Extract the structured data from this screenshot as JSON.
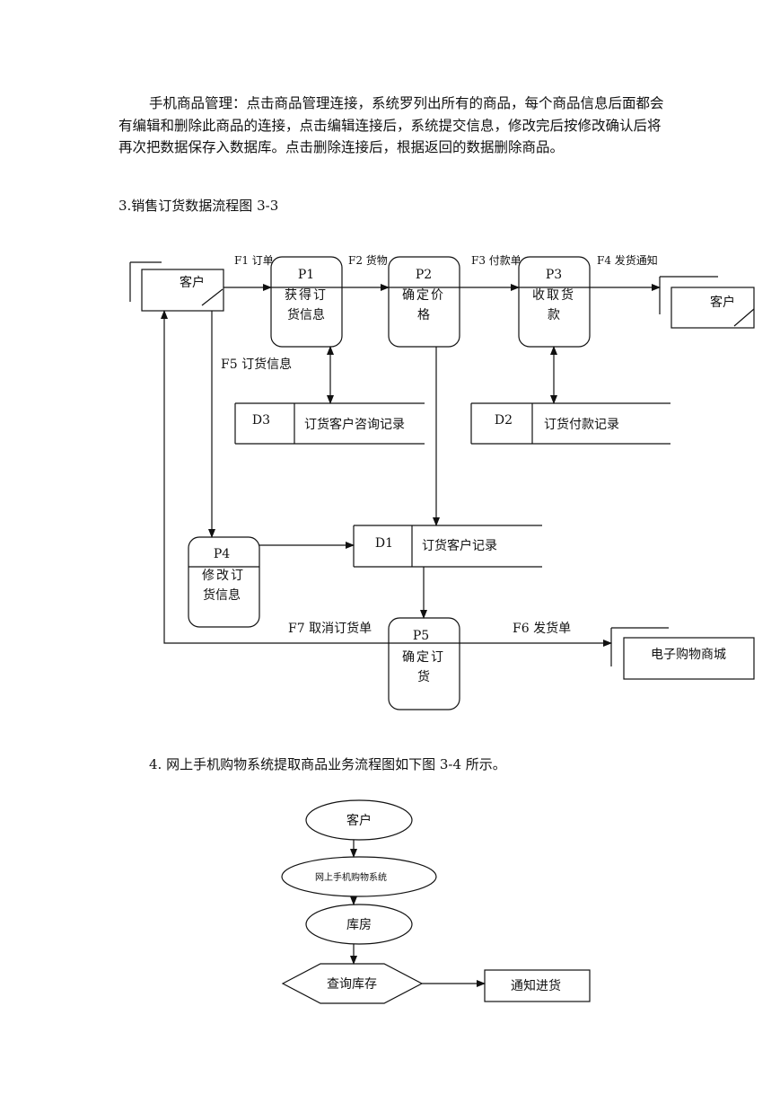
{
  "paragraph": "手机商品管理：点击商品管理连接，系统罗列出所有的商品，每个商品信息后面都会有编辑和删除此商品的连接，点击编辑连接后，系统提交信息，修改完后按修改确认后将再次把数据保存入数据库。点击删除连接后，根据返回的数据删除商品。",
  "heading_dfd": "3.销售订货数据流程图 3-3",
  "heading_flow": "4. 网上手机购物系统提取商品业务流程图如下图 3-4 所示。",
  "dfd": {
    "entities": {
      "customer_left": "客户",
      "customer_right": "客户",
      "mall": "电子购物商城"
    },
    "processes": {
      "p1": {
        "id": "P1",
        "line1": "获得订",
        "line2": "货信息"
      },
      "p2": {
        "id": "P2",
        "line1": "确定价",
        "line2": "格"
      },
      "p3": {
        "id": "P3",
        "line1": "收取货",
        "line2": "款"
      },
      "p4": {
        "id": "P4",
        "line1": "修改订",
        "line2": "货信息"
      },
      "p5": {
        "id": "P5",
        "line1": "确定订",
        "line2": "货"
      }
    },
    "stores": {
      "d1": {
        "id": "D1",
        "name": "订货客户记录"
      },
      "d2": {
        "id": "D2",
        "name": "订货付款记录"
      },
      "d3": {
        "id": "D3",
        "name": "订货客户咨询记录"
      }
    },
    "flows": {
      "f1": "F1 订单",
      "f2": "F2 货物",
      "f3": "F3 付款单",
      "f4": "F4 发货通知",
      "f5": "F5  订货信息",
      "f6": "F6 发货单",
      "f7": "F7 取消订货单"
    }
  },
  "flowchart": {
    "customer": "客户",
    "system": "网上手机购物系统",
    "warehouse": "库房",
    "check_stock": "查询库存",
    "notify_restock": "通知进货"
  }
}
